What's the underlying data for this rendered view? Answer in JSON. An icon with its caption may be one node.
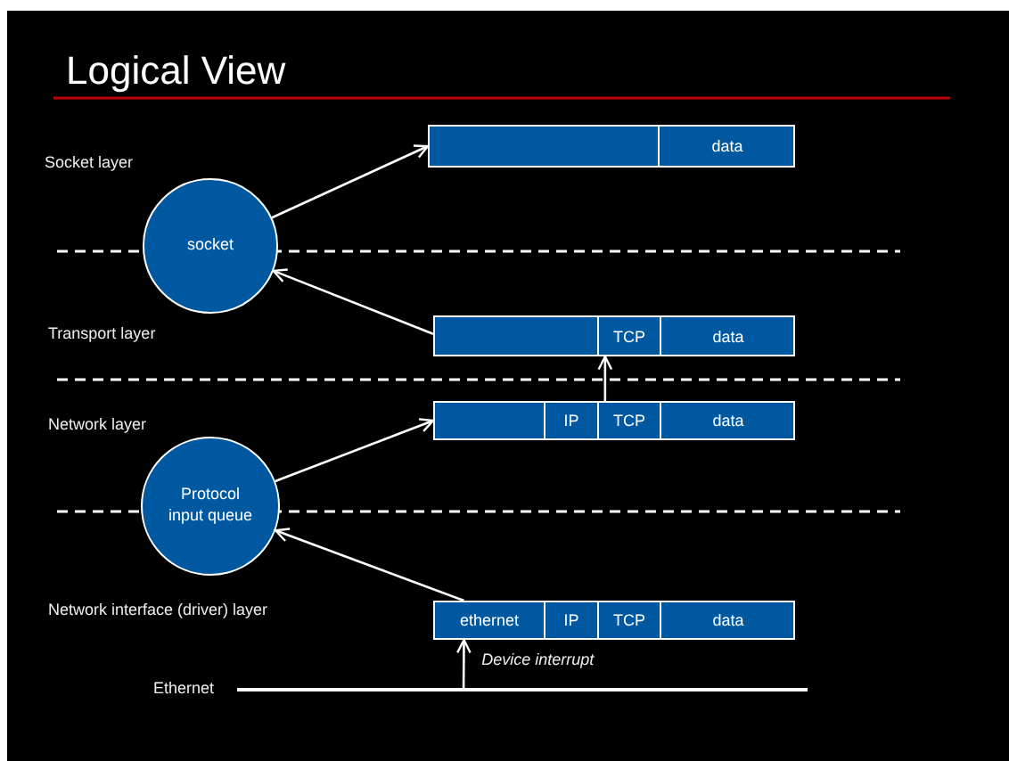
{
  "diagram": {
    "title": "Logical View",
    "nodes": [
      {
        "text": [],
        "shape": "box"
      },
      {
        "text": [
          "data"
        ],
        "in": 0
      },
      {
        "text": [
          "socket"
        ]
      },
      {
        "text": [],
        "shape": "box"
      },
      {
        "text": [
          "TCP"
        ],
        "in": 3
      },
      {
        "text": [
          "data"
        ],
        "in": 3
      },
      {
        "text": [],
        "shape": "box"
      },
      {
        "text": [
          "IP"
        ],
        "in": 6
      },
      {
        "text": [
          "TCP"
        ],
        "in": 6
      },
      {
        "text": [
          "data"
        ],
        "in": 6
      },
      {
        "text": [
          "Protocol input queue"
        ]
      },
      {
        "text": [],
        "shape": "box"
      },
      {
        "text": [
          "ethernet"
        ],
        "in": 11
      },
      {
        "text": [
          "IP"
        ],
        "in": 11
      },
      {
        "text": [
          "TCP"
        ],
        "in": 11
      },
      {
        "text": [
          "data"
        ],
        "in": 11
      },
      {
        "text": [],
        "shape": "bar",
        "beside": [
          "Ethernet"
        ]
      }
    ],
    "edges": [
      {
        "from": 2,
        "to": 0,
        "arrow": "to"
      },
      {
        "from": 3,
        "to": 2,
        "arrow": "to"
      },
      {
        "from": 6,
        "to": 3,
        "arrow": "to"
      },
      {
        "from": 10,
        "to": 6,
        "arrow": "to"
      },
      {
        "from": 11,
        "to": 10,
        "arrow": "to"
      },
      {
        "from": 16,
        "to": 11,
        "arrow": "to",
        "label": "Device interrupt"
      }
    ],
    "labels": [
      "Socket layer",
      "Transport layer",
      "Network layer",
      "Network interface (driver) layer"
    ]
  }
}
